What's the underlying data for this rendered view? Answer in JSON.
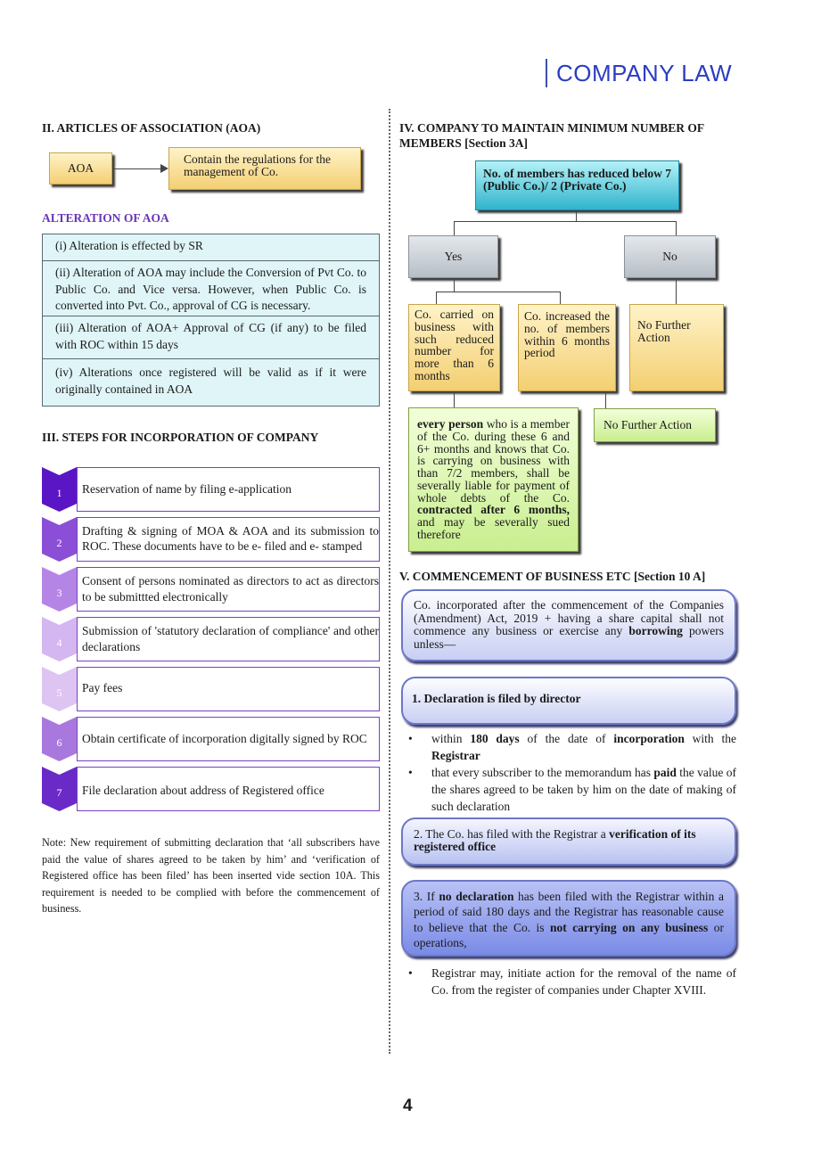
{
  "header": {
    "title": "COMPANY LAW"
  },
  "page_number": "4",
  "left": {
    "aoa_heading": "II. ARTICLES OF ASSOCIATION (AOA)",
    "aoa_label": "AOA",
    "aoa_desc": "Contain the regulations for the management of Co.",
    "alteration_heading": "ALTERATION OF AOA",
    "alteration_rows": [
      "(i) Alteration is effected by SR",
      "(ii) Alteration of AOA may include the Conversion of Pvt Co. to Public Co. and Vice versa. However, when Public Co. is converted into Pvt. Co., approval of CG is necessary.",
      "(iii) Alteration of AOA+ Approval of CG (if any) to be filed with ROC within 15 days",
      "(iv) Alterations once registered will be valid as if it were originally contained in AOA"
    ],
    "steps_heading": "III. STEPS FOR INCORPORATION OF COMPANY",
    "steps": [
      {
        "num": "1",
        "text": "Reservation of name by filing e-application",
        "color": "#5a16c4"
      },
      {
        "num": "2",
        "text": "Drafting & signing of MOA & AOA and its submission to ROC. These documents have to be e- filed and e- stamped",
        "color": "#8a4fd6"
      },
      {
        "num": "3",
        "text": "Consent of persons nominated as directors to act as directors to be submittted electronically",
        "color": "#b585e6"
      },
      {
        "num": "4",
        "text": "Submission of 'statutory declaration of compliance' and other declarations",
        "color": "#d4b6f0"
      },
      {
        "num": "5",
        "text": "Pay fees",
        "color": "#ddc4f2"
      },
      {
        "num": "6",
        "text": "Obtain certificate of incorporation digitally signed by ROC",
        "color": "#a978de"
      },
      {
        "num": "7",
        "text": "File declaration about address of Registered office",
        "color": "#6a2ac8"
      }
    ],
    "note": "Note: New requirement of submitting declaration that ‘all subscribers have paid the value of shares agreed to be taken by him’ and ‘verification of Registered office has been filed’ has been inserted vide section 10A. This requirement is needed to be complied with before the commencement of business."
  },
  "right": {
    "members_heading": "IV. COMPANY TO MAINTAIN MINIMUM NUMBER OF MEMBERS [Section 3A]",
    "root": "No. of members has reduced below 7 (Public Co.)/ 2 (Private Co.)",
    "yes": "Yes",
    "no": "No",
    "yes_a": "Co. carried on business with such reduced number for more than 6 months",
    "yes_b": "Co. increased the no. of members within 6 months period",
    "no_result": "No Further Action",
    "liab_1": "every person",
    "liab_2": " who is a member of the Co. during these 6 and 6+ months and knows that Co. is carrying on business with than 7/2 members, shall be severally liable for payment of whole debts of the Co. ",
    "liab_3": "contracted after 6 months,",
    "liab_4": " and may be severally sued therefore",
    "nfa2": "No Further Action",
    "commence_heading": "V. COMMENCEMENT OF BUSINESS ETC [Section 10 A]",
    "intro_1": "Co. incorporated after the commencement of the Companies (Amendment) Act, 2019 + having a share capital shall not commence any business or exercise any ",
    "intro_bold": "borrowing",
    "intro_2": " powers unless—",
    "decl_1": "1. Declaration is filed by director",
    "b1_1": "within ",
    "b1_2": "180 days",
    "b1_3": " of the date of ",
    "b1_4": "incorporation",
    "b1_5": " with the ",
    "b1_6": "Registrar",
    "b2_1": "that every subscriber to the memorandum has ",
    "b2_2": "paid",
    "b2_3": " the value of the shares agreed to be taken by him on the date of making of such declaration",
    "decl_2a": "2. The Co.  has filed with the Registrar a ",
    "decl_2b": "verification of its registered office",
    "decl_3a": "3. If ",
    "decl_3b": "no declaration",
    "decl_3c": " has been filed with the Registrar within a period of said 180 days and the Registrar has reasonable cause to believe that the Co. is ",
    "decl_3d": "not carrying on any business",
    "decl_3e": " or operations,",
    "b3": "Registrar may, initiate action for the removal of the name of Co. from the register of companies under Chapter XVIII."
  }
}
